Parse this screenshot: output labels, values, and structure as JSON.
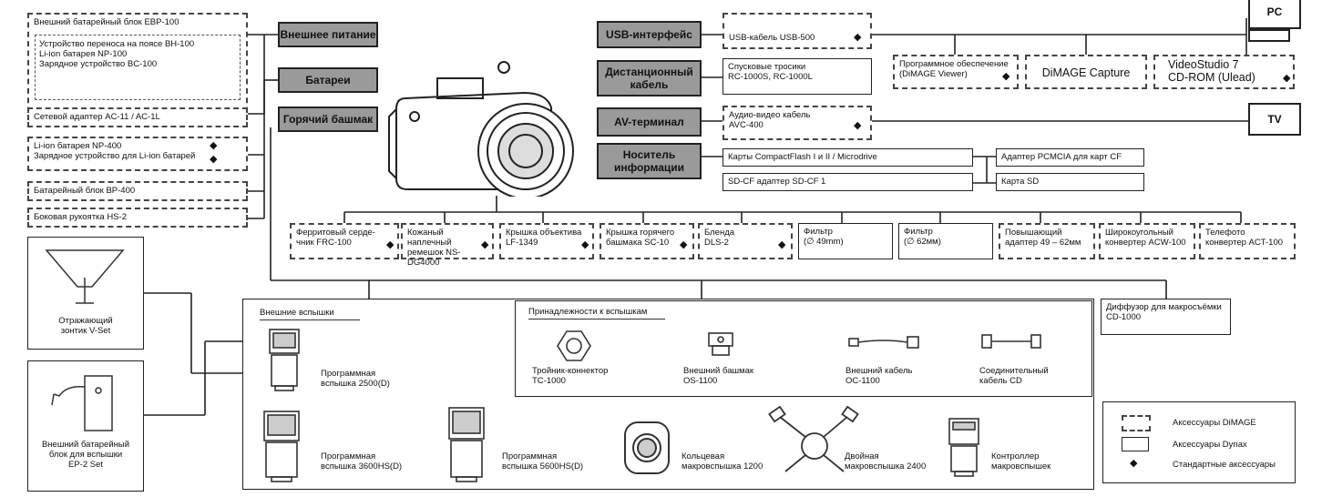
{
  "diamond": "◆",
  "power": {
    "ebp": "Внешний батарейный блок EBP-100",
    "bh": "Устройство переноса на поясе BH-100",
    "np100": "Li-ion батарея NP-100",
    "bc": "Зарядное устройство BC-100",
    "ac": "Сетевой адаптер AC-11 / AC-1L",
    "np400": "Li-ion батарея NP-400",
    "charger": "Зарядное устройство для Li-ion батарей",
    "bp": "Батарейный блок BP-400",
    "hs": "Боковая рукоятка HS-2"
  },
  "categories": {
    "ext_power": "Внешнее питание",
    "batteries": "Батареи",
    "hot_shoe": "Горячий башмак",
    "usb": "USB-интерфейс",
    "remote_1": "Дистанционный",
    "remote_2": "кабель",
    "av": "AV-терминал",
    "media_1": "Носитель",
    "media_2": "информации"
  },
  "right": {
    "usb_cable": "USB-кабель USB-500",
    "software_1": "Программное обеспечение",
    "software_2": "(DiMAGE Viewer)",
    "capture": "DiMAGE Capture",
    "vs_1": "VideoStudio 7",
    "vs_2": "CD-ROM (Ulead)",
    "pc": "PC",
    "tv": "TV",
    "remote_1": "Спусковые тросики",
    "remote_2": "RC-1000S, RC-1000L",
    "av_1": "Аудио-видео кабель",
    "av_2": "AVC-400",
    "cf": "Карты CompactFlash I и II / Microdrive",
    "pcmcia": "Адаптер PCMCIA для карт CF",
    "sdcf": "SD-CF адаптер SD-CF 1",
    "sd": "Карта SD"
  },
  "row": [
    {
      "l1": "Ферритовый серде-",
      "l2": "чник FRC-100"
    },
    {
      "l1": "Кожаный наплечный",
      "l2": "ремешок NS-DG4000"
    },
    {
      "l1": "Крышка объектива",
      "l2": "LF-1349"
    },
    {
      "l1": "Крышка горячего",
      "l2": "башмака SC-10"
    },
    {
      "l1": "Бленда",
      "l2": "DLS-2"
    },
    {
      "l1": "Фильтр",
      "l2": "(∅ 49mm)"
    },
    {
      "l1": "Фильтр",
      "l2": "(∅ 62мм)"
    },
    {
      "l1": "Повышающий",
      "l2": "адаптер 49 – 62мм"
    },
    {
      "l1": "Широкоугольный",
      "l2": "конвертер ACW-100"
    },
    {
      "l1": "Телефото",
      "l2": "конвертер ACT-100"
    }
  ],
  "flash": {
    "ext_title": "Внешние вспышки",
    "acc_title": "Принадлежности к вспышкам",
    "f2500_1": "Программная",
    "f2500_2": "вспышка 2500(D)",
    "f3600_1": "Программная",
    "f3600_2": "вспышка 3600HS(D)",
    "f5600_1": "Программная",
    "f5600_2": "вспышка 5600HS(D)",
    "ring_1": "Кольцевая",
    "ring_2": "макровспышка 1200",
    "twin_1": "Двойная",
    "twin_2": "макровспышка 2400",
    "ctrl_1": "Контроллер",
    "ctrl_2": "макровспышек",
    "tc_1": "Тройник-коннектор",
    "tc_2": "TC-1000",
    "os_1": "Внешний башмак",
    "os_2": "OS-1100",
    "oc_1": "Внешний кабель",
    "oc_2": "OC-1100",
    "cd_1": "Соединительный",
    "cd_2": "кабель CD",
    "diff_1": "Диффузор для макросъёмки",
    "diff_2": "CD-1000",
    "umb_1": "Отражающий",
    "umb_2": "зонтик V-Set",
    "ep_1": "Внешний батарейный",
    "ep_2": "блок для вспышки",
    "ep_3": "EP-2 Set"
  },
  "legend": {
    "dimage": "Аксессуары DiMAGE",
    "dynax": "Аксессуары Dynax",
    "standard": "Стандартные аксессуары"
  }
}
